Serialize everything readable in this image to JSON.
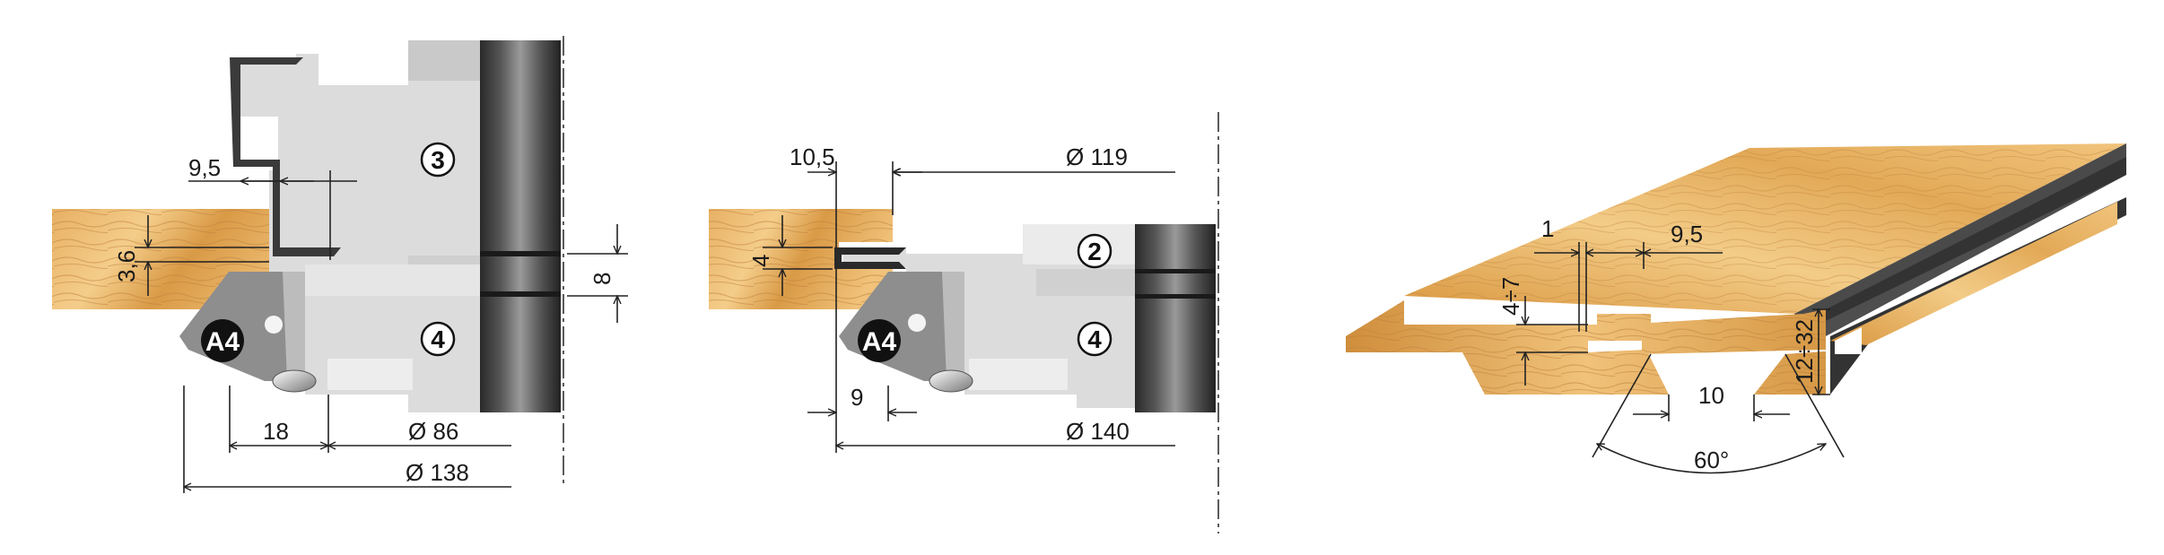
{
  "colors": {
    "wood_light": "#f0c27a",
    "wood_mid": "#d9973f",
    "wood_dark": "#b7772a",
    "tool_body": "#dcdcdc",
    "tool_shadow": "#bdbdbd",
    "cutter_dark": "#3a3a3a",
    "insert_grey": "#8e8e8e",
    "line": "#1a1a1a"
  },
  "left_view": {
    "labels": {
      "knife_top": "3",
      "knife_bottom": "4",
      "insert": "A4"
    },
    "dimensions": {
      "step_width": "9,5",
      "depth": "3,6",
      "height": "8",
      "offset": "18",
      "bore": "Ø 86",
      "outer_diameter": "Ø 138"
    }
  },
  "middle_view": {
    "labels": {
      "knife_top": "2",
      "knife_bottom": "4",
      "insert": "A4"
    },
    "dimensions": {
      "slot_width": "10,5",
      "slot_height": "4",
      "offset": "9",
      "top_diameter": "Ø 119",
      "bottom_diameter": "Ø 140"
    }
  },
  "right_view": {
    "dimensions": {
      "groove_gap": "1",
      "groove_width": "9,5",
      "groove_depth": "4÷7",
      "thickness": "12÷32",
      "bottom_width": "10",
      "angle": "60°"
    }
  }
}
